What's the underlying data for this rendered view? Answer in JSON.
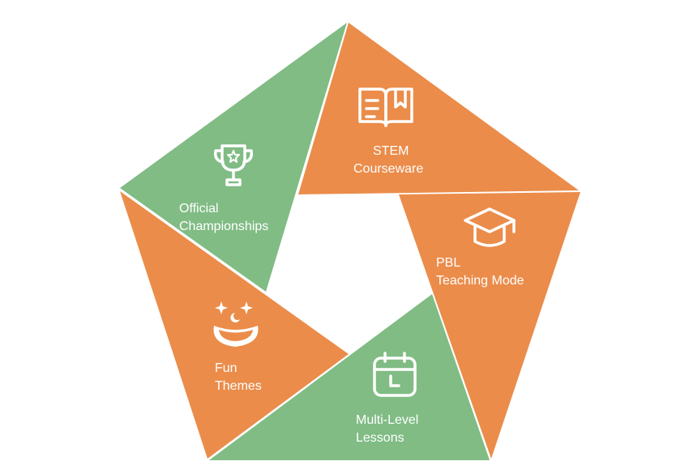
{
  "colors": {
    "orange": "#EB8C4A",
    "green": "#80BC84",
    "background": "#FFFFFF"
  },
  "segments": [
    {
      "id": "stem",
      "lines": [
        "STEM",
        "Courseware"
      ],
      "icon": "open-book-icon",
      "color": "orange"
    },
    {
      "id": "pbl",
      "lines": [
        "PBL",
        "Teaching Mode"
      ],
      "icon": "graduation-cap-icon",
      "color": "orange"
    },
    {
      "id": "multi-level",
      "lines": [
        "Multi-Level",
        "Lessons"
      ],
      "icon": "calendar-icon",
      "color": "green"
    },
    {
      "id": "fun",
      "lines": [
        "Fun",
        "Themes"
      ],
      "icon": "smiling-face-stars-icon",
      "color": "orange"
    },
    {
      "id": "official",
      "lines": [
        "Official",
        "Championships"
      ],
      "icon": "trophy-icon",
      "color": "green"
    }
  ]
}
